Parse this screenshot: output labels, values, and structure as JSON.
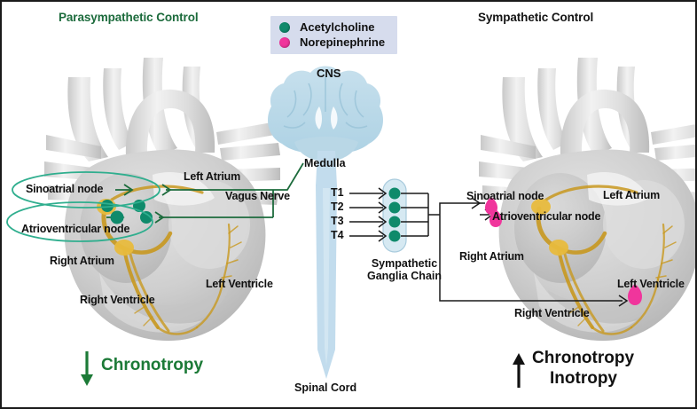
{
  "figure": {
    "border_color": "#1a1a1a",
    "background": "#ffffff"
  },
  "panels": {
    "left": {
      "title": "Parasympathetic Control",
      "title_color": "#1c6b3c",
      "labels": {
        "sinoatrial_node": "Sinoatrial node",
        "atrioventricular_node": "Atrioventricular node",
        "left_atrium": "Left Atrium",
        "right_atrium": "Right Atrium",
        "left_ventricle": "Left Ventricle",
        "right_ventricle": "Right Ventricle",
        "vagus_nerve": "Vagus Nerve"
      },
      "outcome": {
        "arrow": "down",
        "lines": [
          "Chronotropy"
        ],
        "color": "#1c7a37"
      },
      "highlight_color": "#2fae8e",
      "connector_color": "#1c6b3c",
      "node_marker_color": "#0f8a6b"
    },
    "right": {
      "title": "Sympathetic Control",
      "title_color": "#151515",
      "labels": {
        "sinoatrial_node": "Sinoatrial node",
        "atrioventricular_node": "Atrioventricular node",
        "left_atrium": "Left Atrium",
        "right_atrium": "Right Atrium",
        "left_ventricle": "Left Ventricle",
        "right_ventricle": "Right Ventricle"
      },
      "outcome": {
        "arrow": "up",
        "lines": [
          "Chronotropy",
          "Inotropy"
        ],
        "color": "#111111"
      },
      "connector_color": "#111111",
      "node_marker_color": "#f0359c"
    }
  },
  "legend": {
    "background": "#d6dced",
    "items": [
      {
        "label": "Acetylcholine",
        "color": "#0f8a6b",
        "icon": "circle-marker"
      },
      {
        "label": "Norepinephrine",
        "color": "#f0359c",
        "icon": "teardrop-marker"
      }
    ]
  },
  "cns": {
    "title": "CNS",
    "brain_color": "#bcd9e8",
    "medulla_label": "Medulla",
    "spinal_cord_label": "Spinal Cord",
    "spinal_levels": [
      "T1",
      "T2",
      "T3",
      "T4"
    ],
    "ganglia_chain_label": [
      "Sympathetic",
      "Ganglia Chain"
    ],
    "ganglia_fill": "#d6e9f2",
    "ganglia_dot_color": "#0f8a6b"
  }
}
